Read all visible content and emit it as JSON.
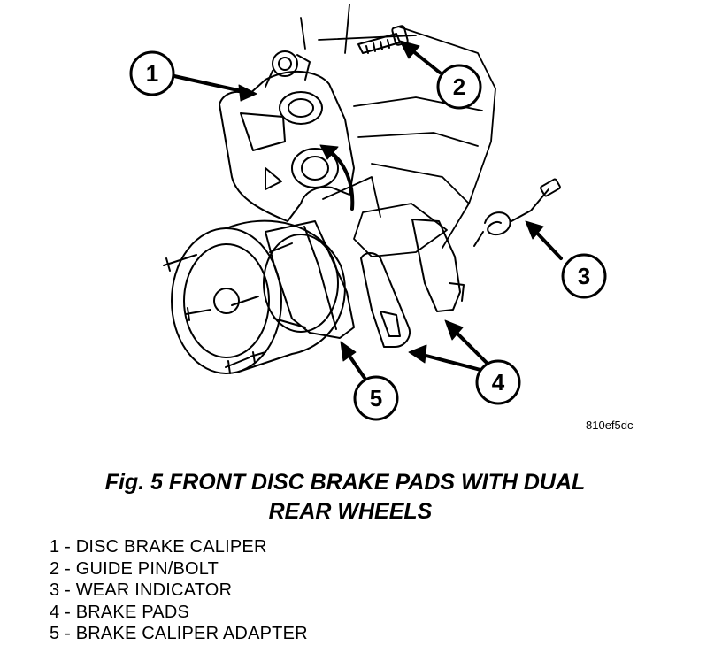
{
  "figure": {
    "drawing_code": "810ef5dc",
    "caption_line1": "Fig. 5 FRONT DISC BRAKE PADS WITH DUAL",
    "caption_line2": "REAR WHEELS"
  },
  "callouts": [
    "1",
    "2",
    "3",
    "4",
    "5"
  ],
  "legend": [
    "1 - DISC BRAKE CALIPER",
    "2 - GUIDE PIN/BOLT",
    "3 - WEAR INDICATOR",
    "4 - BRAKE PADS",
    "5 - BRAKE CALIPER ADAPTER"
  ],
  "colors": {
    "ink": "#000000",
    "paper": "#ffffff"
  }
}
